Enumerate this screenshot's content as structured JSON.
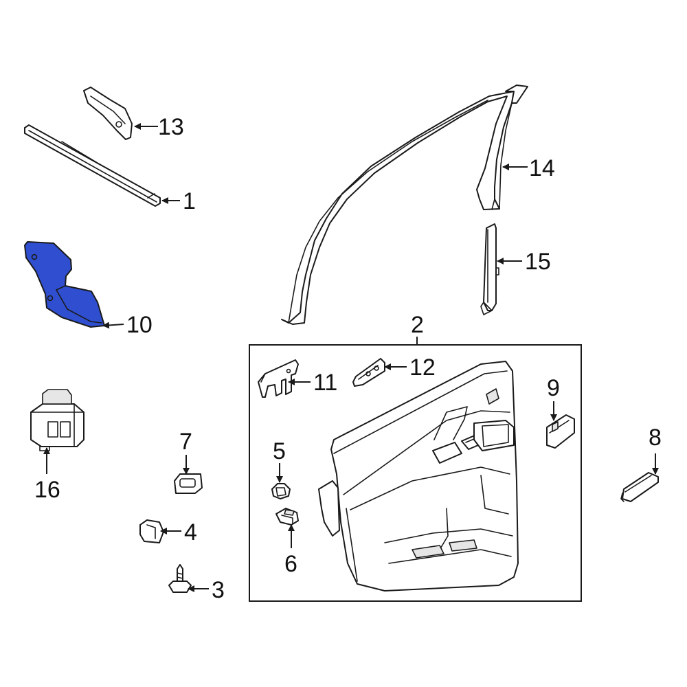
{
  "colors": {
    "highlight": "#2f4fd0",
    "line": "#1a1a1a",
    "background": "#ffffff"
  },
  "callouts": {
    "c1": "1",
    "c2": "2",
    "c3": "3",
    "c4": "4",
    "c5": "5",
    "c6": "6",
    "c7": "7",
    "c8": "8",
    "c9": "9",
    "c10": "10",
    "c11": "11",
    "c12": "12",
    "c13": "13",
    "c14": "14",
    "c15": "15",
    "c16": "16"
  }
}
